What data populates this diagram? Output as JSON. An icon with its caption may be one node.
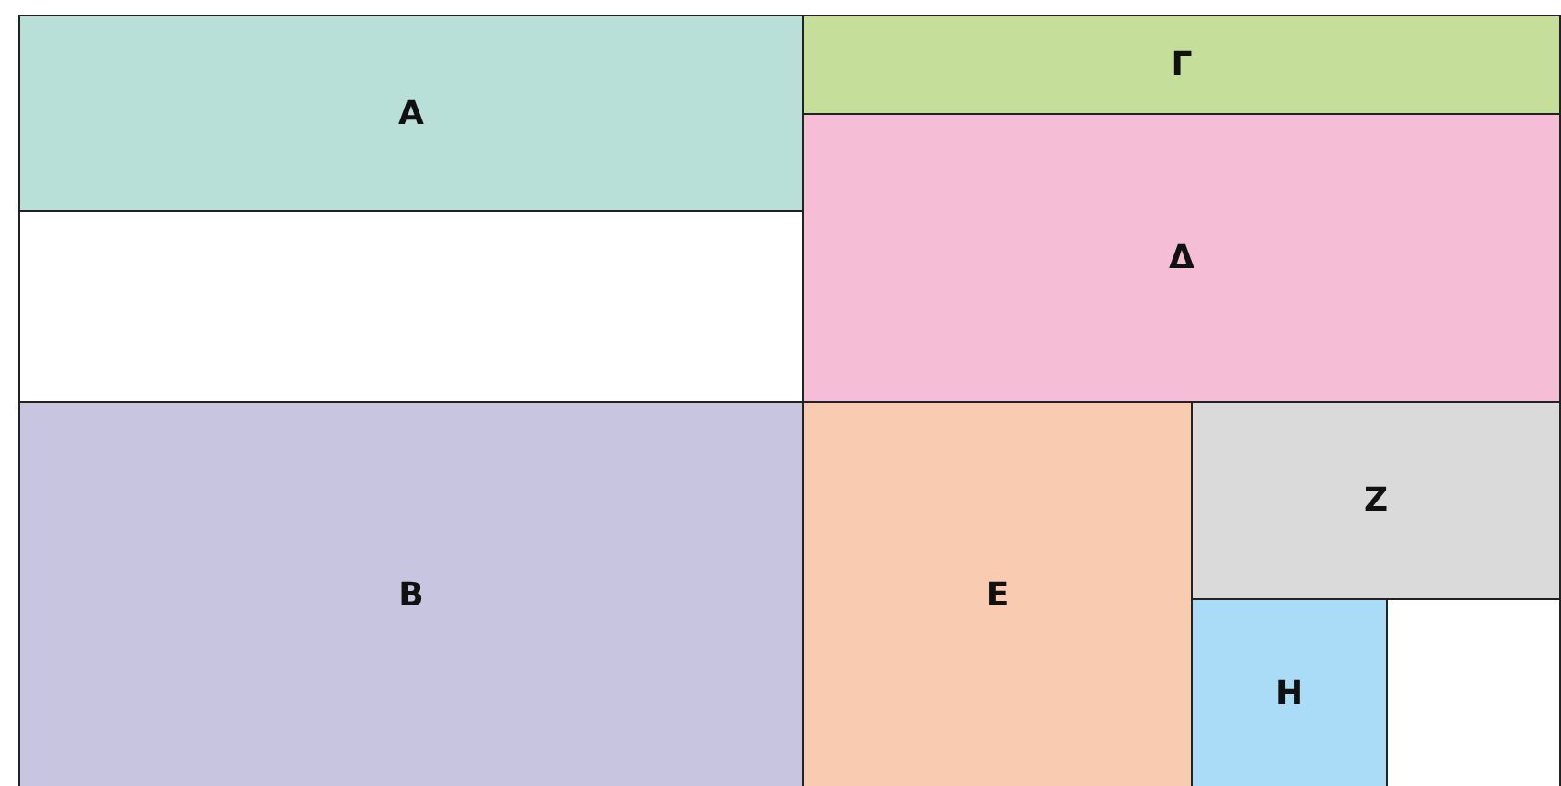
{
  "diagram": {
    "nodes": [
      {
        "text": [
          "Α"
        ]
      },
      {
        "text": [
          "Γ"
        ]
      },
      {
        "text": [
          "Δ"
        ]
      },
      {
        "text": [],
        "shape": "box"
      },
      {
        "text": [
          "Β"
        ]
      },
      {
        "text": [
          "Ε"
        ]
      },
      {
        "text": [
          "Ζ"
        ]
      },
      {
        "text": [
          "Η"
        ]
      },
      {
        "text": [],
        "shape": "box"
      }
    ]
  }
}
